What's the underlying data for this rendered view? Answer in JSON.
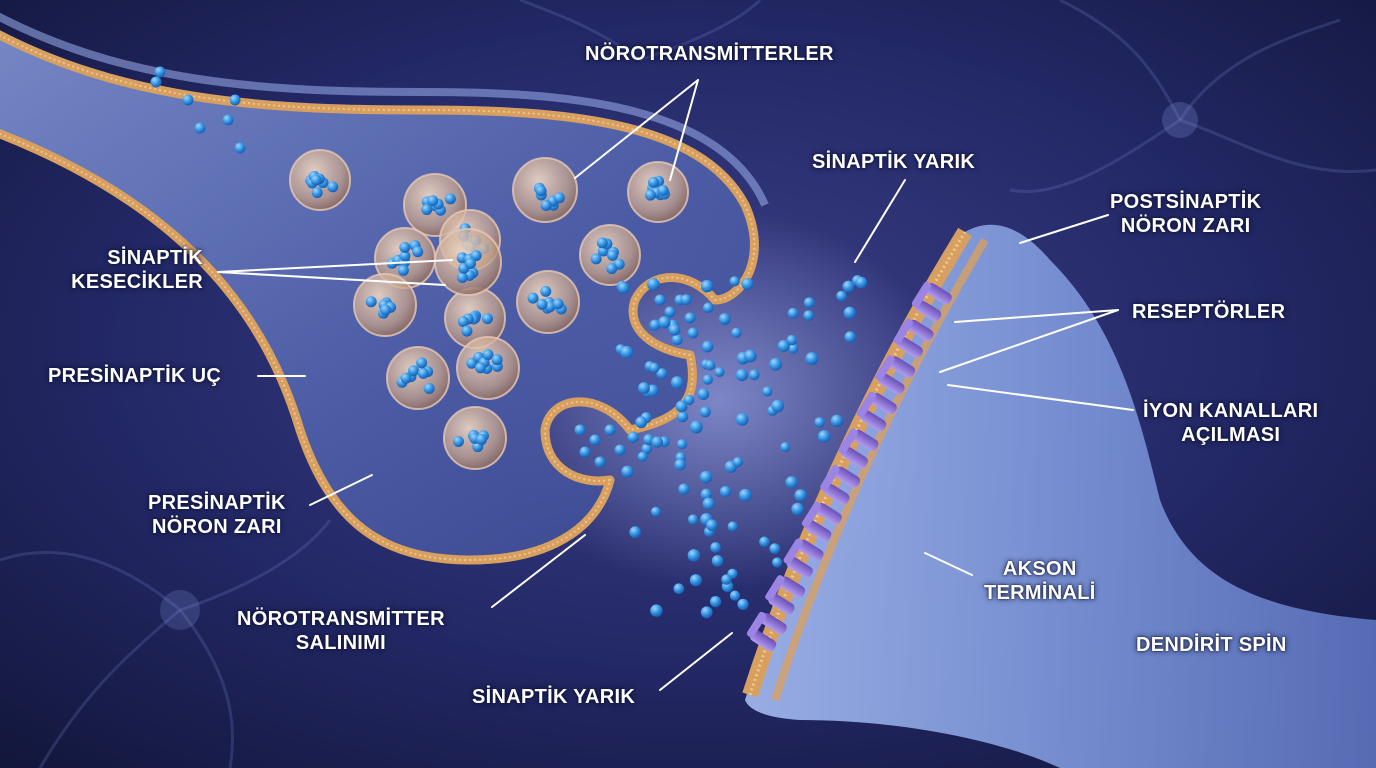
{
  "labels": {
    "neurotransmitters": "NÖROTRANSMİTTERLER",
    "synaptic_cleft_top": "SİNAPTİK YARIK",
    "postsynaptic_membrane": [
      "POSTSİNAPTİK",
      "NÖRON ZARI"
    ],
    "synaptic_vesicles": [
      "SİNAPTİK",
      "KESECİKLER"
    ],
    "receptors": "RESEPTÖRLER",
    "presynaptic_terminal": "PRESİNAPTİK UÇ",
    "ion_channels": [
      "İYON KANALLARI",
      "AÇILMASI"
    ],
    "presynaptic_membrane": [
      "PRESİNAPTİK",
      "NÖRON ZARI"
    ],
    "axon_terminal": [
      "AKSON",
      "TERMİNALİ"
    ],
    "neurotransmitter_release": [
      "NÖROTRANSMİTTER",
      "SALINIMI"
    ],
    "dendritic_spine": "DENDİRİT SPİN",
    "synaptic_cleft_bottom": "SİNAPTİK YARIK"
  },
  "colors": {
    "background": "#1a1f4a",
    "cell_body": "#5e73b8",
    "membrane": "#d7a061",
    "vesicle": "#c9a58e",
    "neurotransmitter": "#2f8fe0",
    "receptor": "#8a6bd1",
    "label_text": "#ffffff",
    "leader_line": "#ffffff"
  },
  "icons": [
    "vesicle-icon",
    "neurotransmitter-molecule-icon",
    "receptor-icon"
  ]
}
